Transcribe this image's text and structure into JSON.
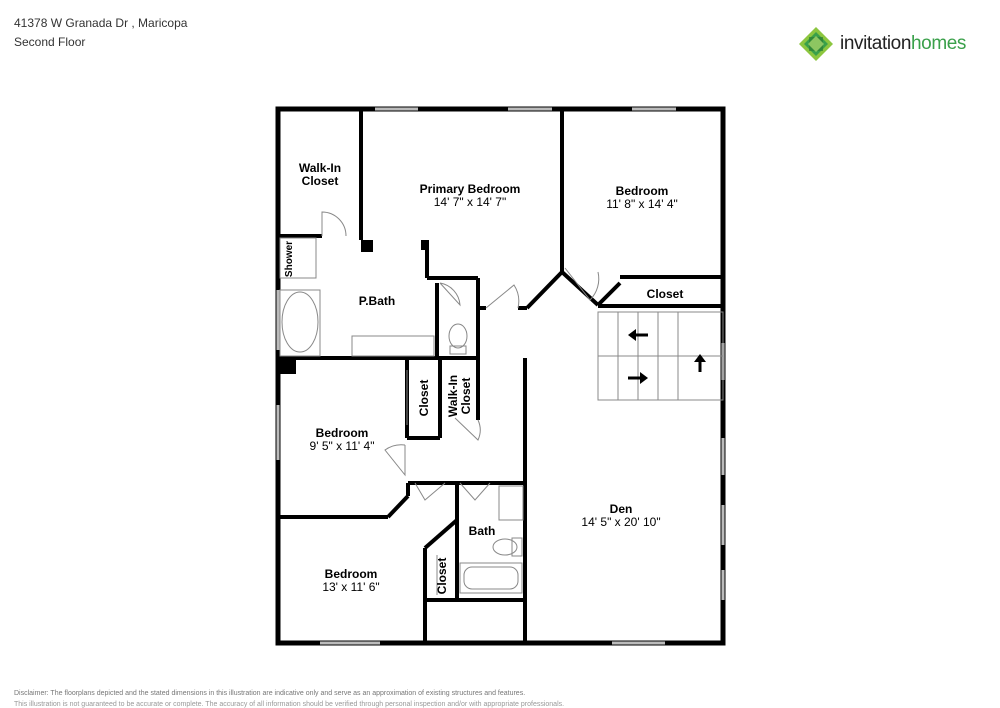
{
  "header": {
    "address": "41378 W Granada Dr , Maricopa",
    "floor": "Second Floor"
  },
  "brand": {
    "logo_word_1": "invitation",
    "logo_word_2": "homes",
    "green": "#3aa04a",
    "dark": "#222222"
  },
  "rooms": {
    "walkin_closet_1": {
      "line1": "Walk-In",
      "line2": "Closet"
    },
    "primary_bedroom": {
      "name": "Primary Bedroom",
      "dims": "14' 7\" x 14' 7\""
    },
    "bedroom_1": {
      "name": "Bedroom",
      "dims": "11' 8\" x 14' 4\""
    },
    "shower": {
      "name": "Shower"
    },
    "p_bath": {
      "name": "P.Bath"
    },
    "closet_top": {
      "name": "Closet"
    },
    "closet_mid": {
      "name": "Closet"
    },
    "walkin_closet_2": {
      "line1": "Walk-In",
      "line2": "Closet"
    },
    "bedroom_2": {
      "name": "Bedroom",
      "dims": "9' 5\" x 11' 4\""
    },
    "bath": {
      "name": "Bath"
    },
    "closet_low": {
      "name": "Closet"
    },
    "bedroom_3": {
      "name": "Bedroom",
      "dims": "13' x 11' 6\""
    },
    "den": {
      "name": "Den",
      "dims": "14' 5\" x 20' 10\""
    }
  },
  "disclaimer": {
    "line1": "Disclaimer: The floorplans depicted and the stated dimensions in this illustration are indicative only and serve as an approximation of existing structures and features.",
    "line2": "This illustration is not guaranteed to be accurate or complete. The accuracy of all information should be verified through personal inspection and/or with appropriate professionals."
  }
}
